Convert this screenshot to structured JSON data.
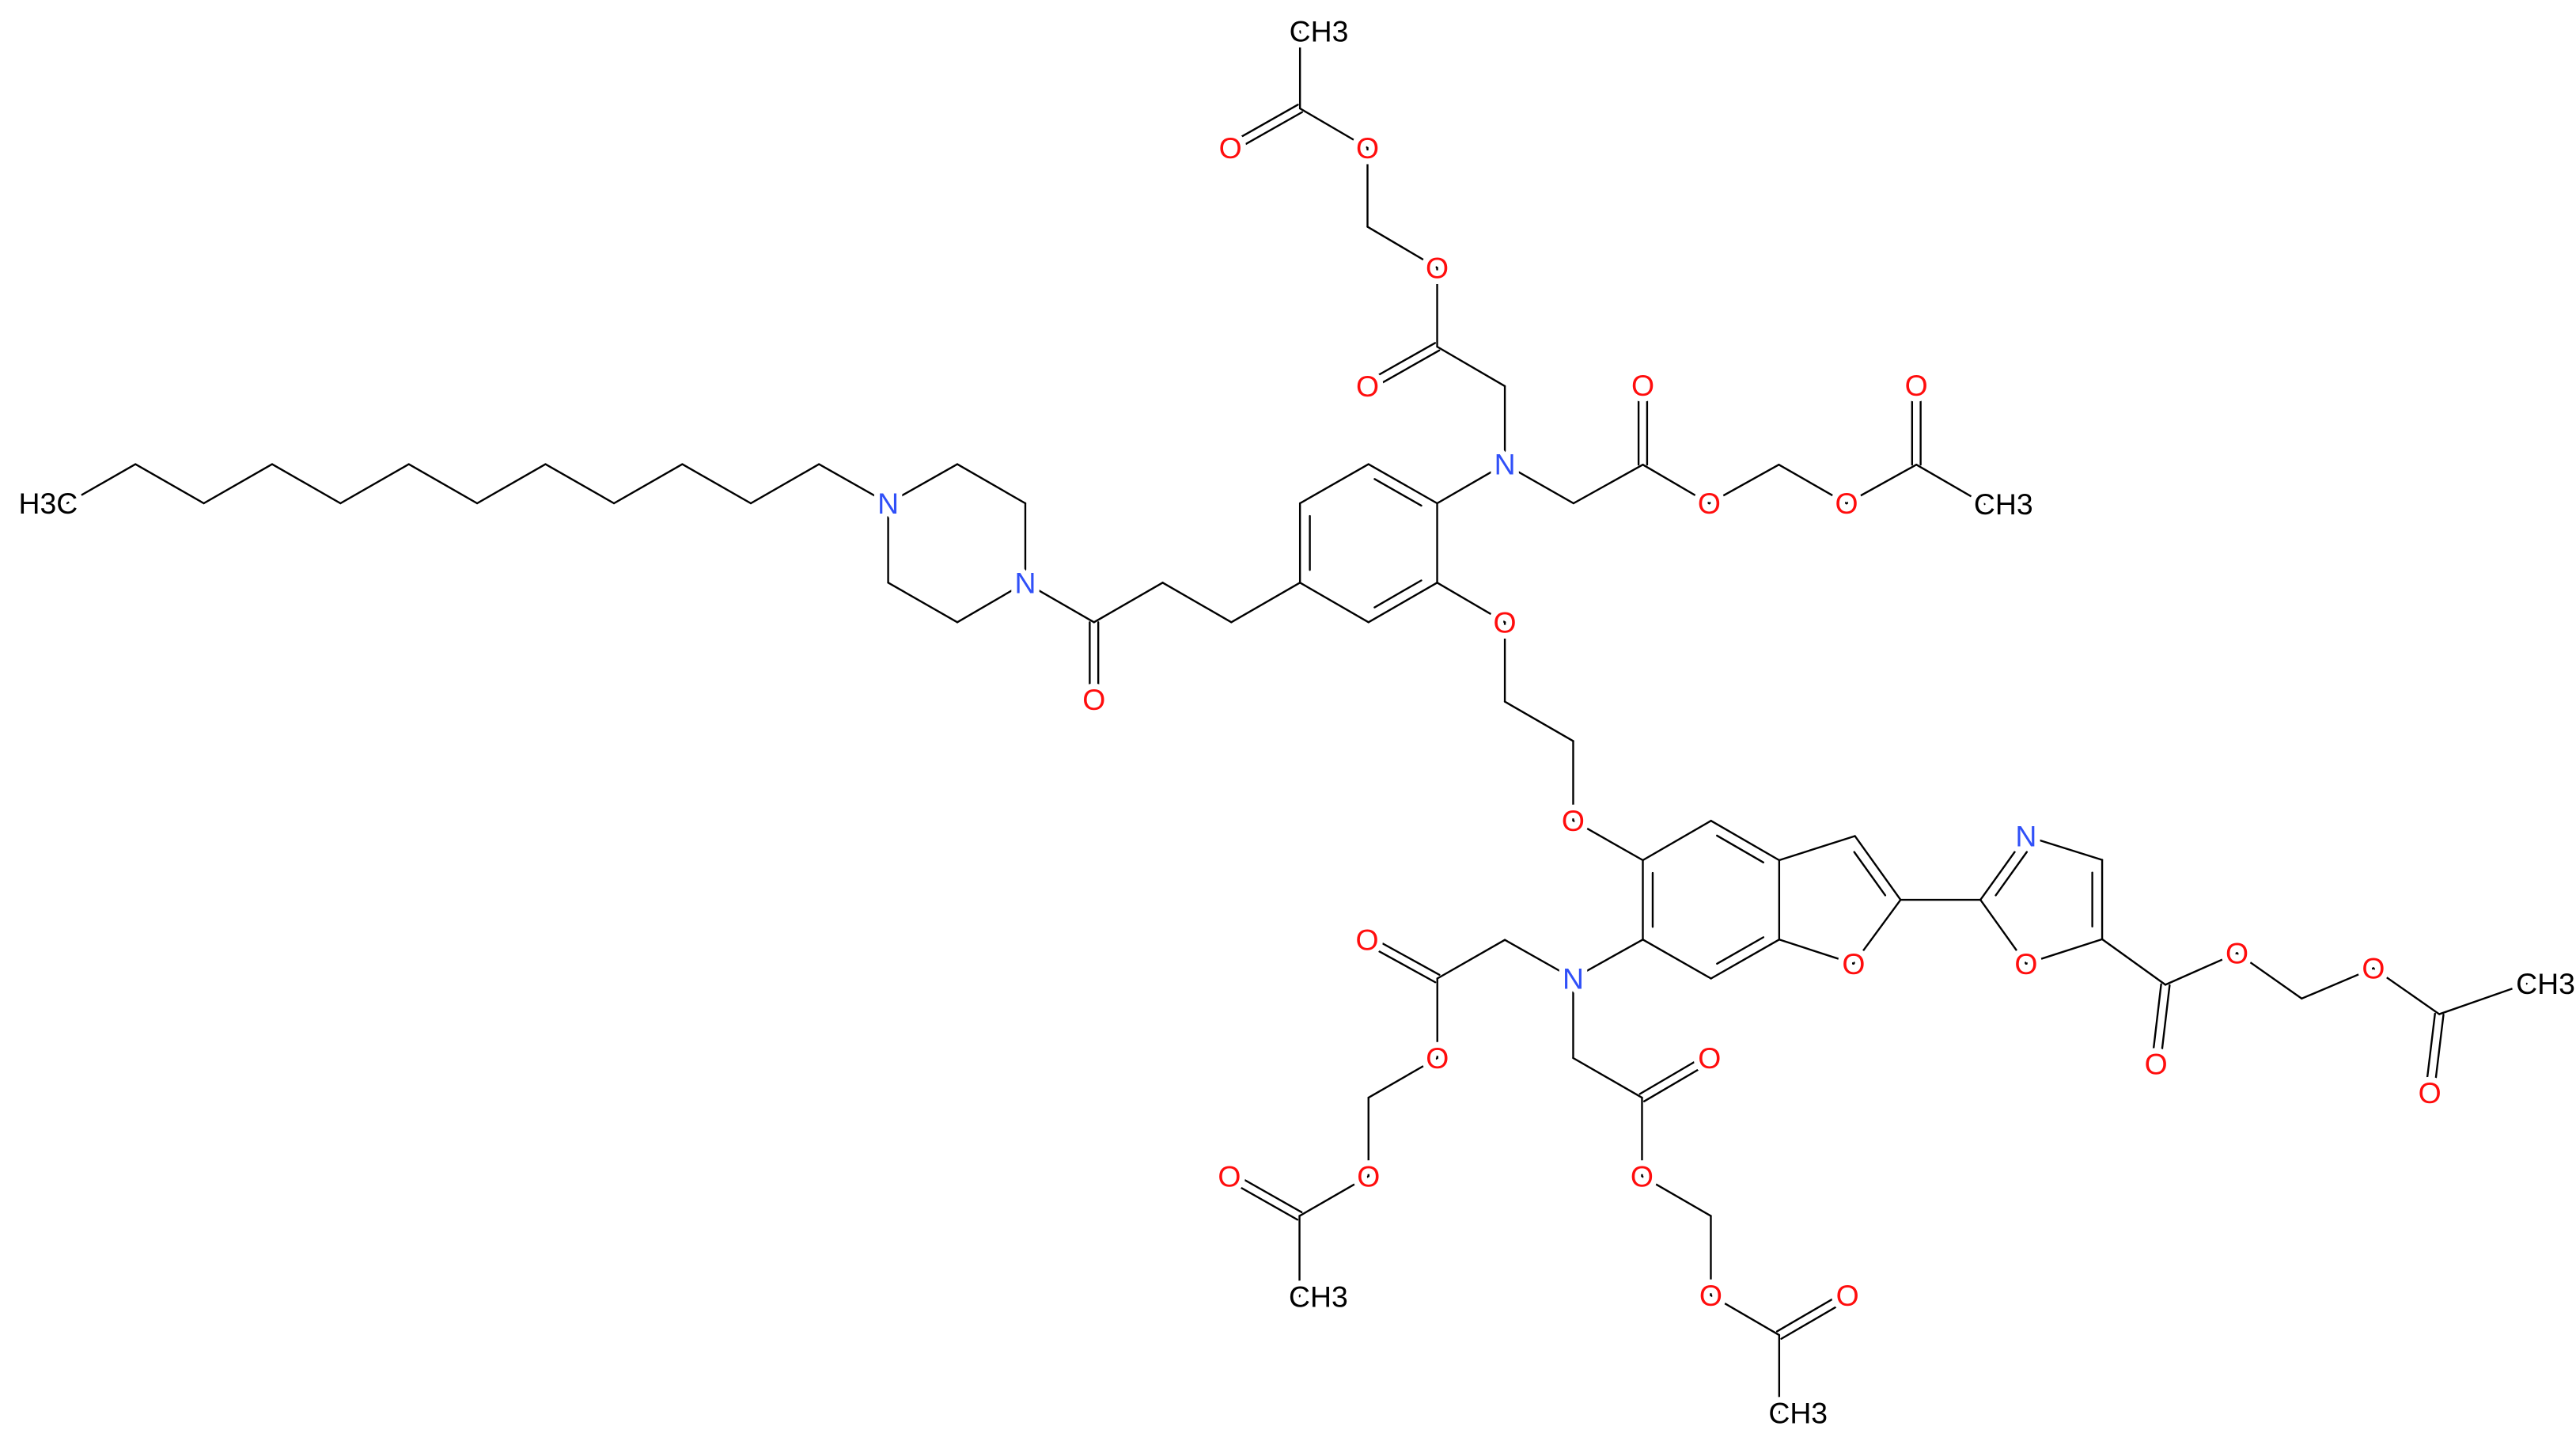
{
  "molecule": {
    "atom_labels": [
      "H3C",
      "N",
      "N",
      "O",
      "N",
      "O",
      "O",
      "O",
      "O",
      "CH3",
      "O",
      "O",
      "O",
      "O",
      "CH3",
      "O",
      "O",
      "O",
      "N",
      "O",
      "O",
      "O",
      "O",
      "O",
      "CH3",
      "N",
      "O",
      "O",
      "O",
      "O",
      "CH3",
      "O",
      "O",
      "O",
      "O",
      "CH3"
    ],
    "colors": {
      "bond": "#000000",
      "C": "#000000",
      "N": "#3050F8",
      "O": "#FF0D0D"
    }
  }
}
